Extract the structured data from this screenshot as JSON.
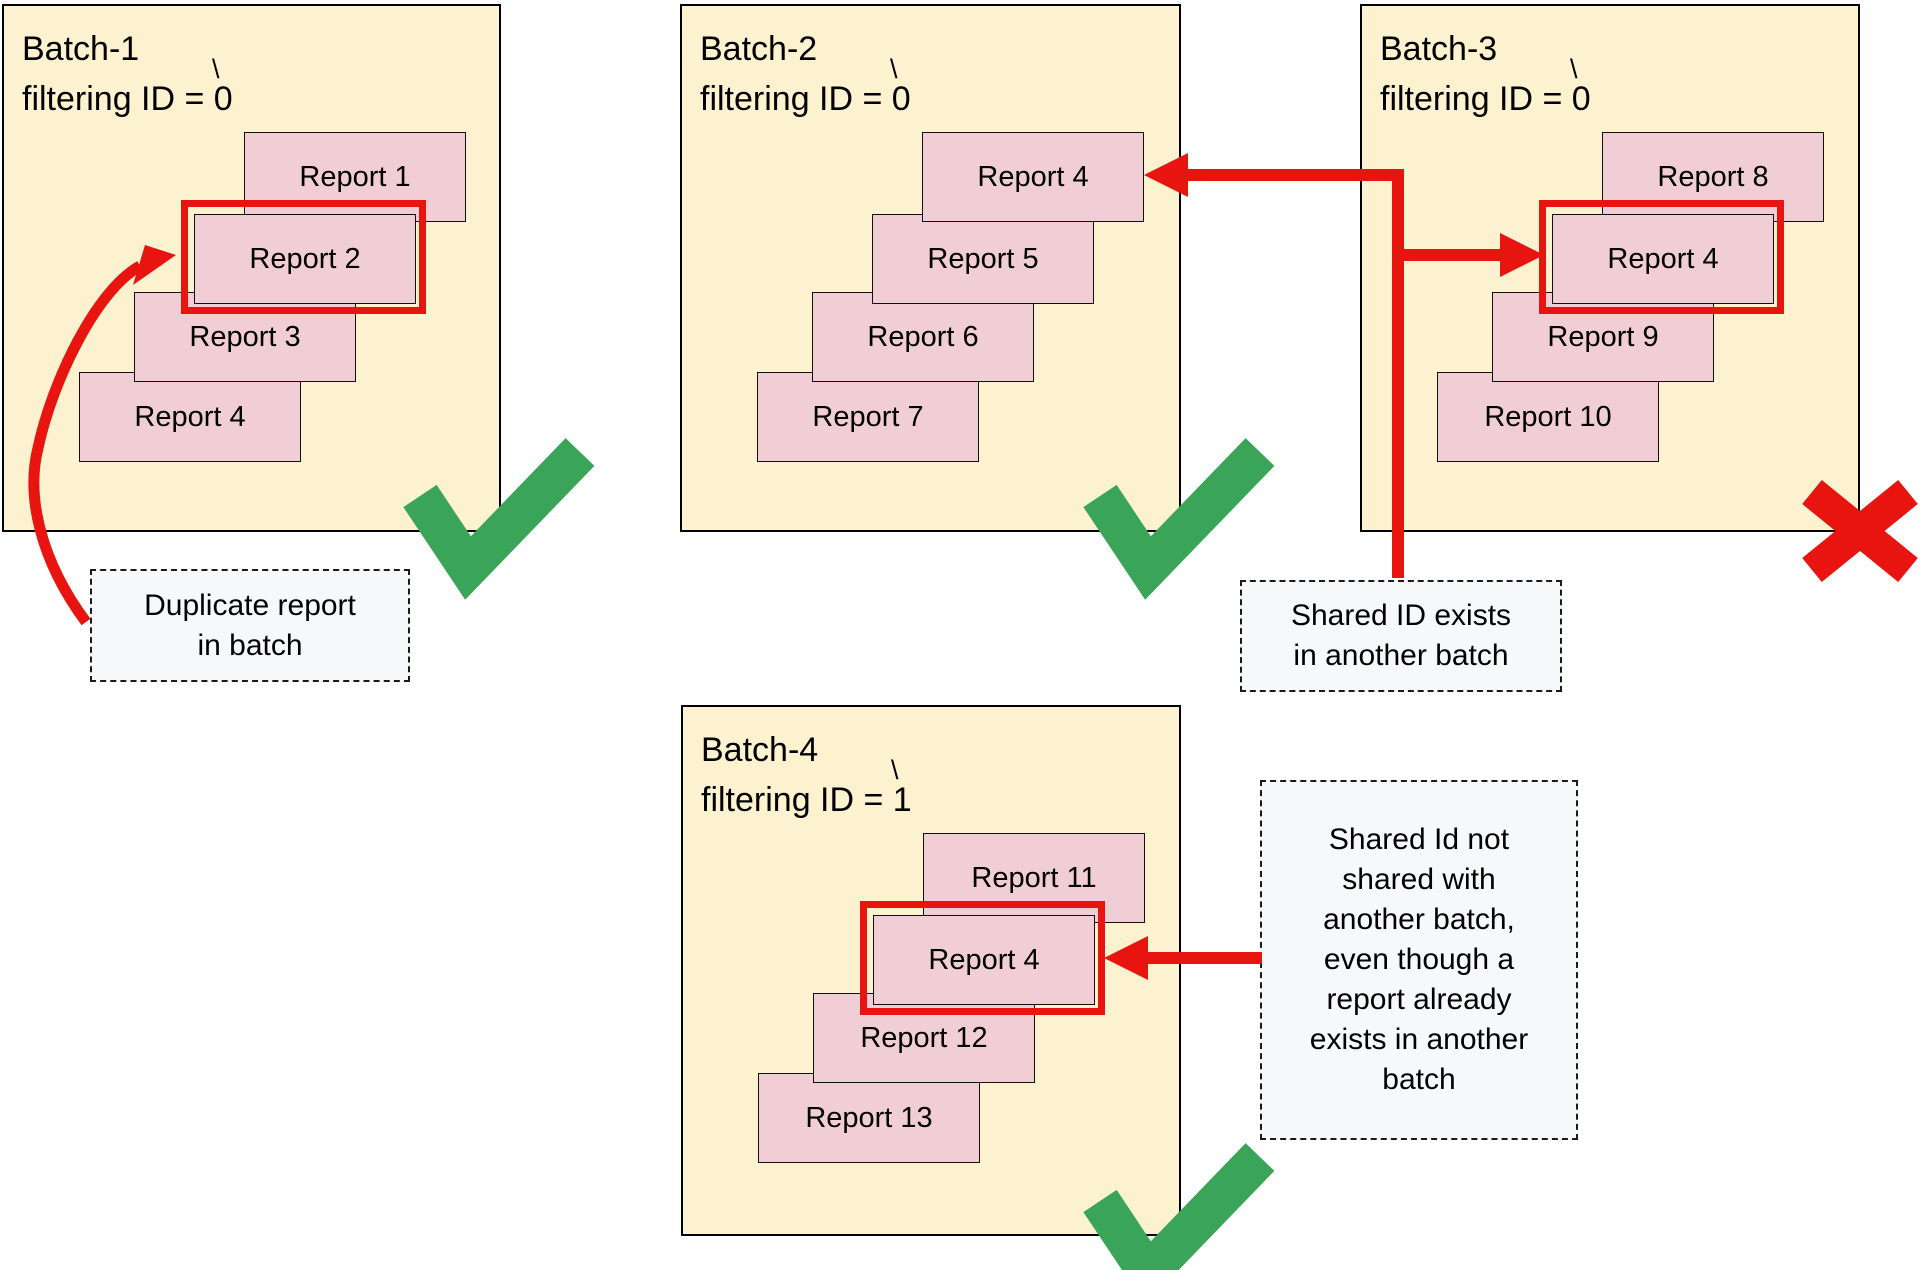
{
  "palette": {
    "batch_bg": "#fcf2d0",
    "report_bg": "#f1ced5",
    "red": "#e71410",
    "green": "#3aa458",
    "note_bg": "#f6f8fa"
  },
  "batches": [
    {
      "id": "batch-1",
      "title": "Batch-1",
      "subtitle": "filtering ID = 0",
      "tick": "\\",
      "status": "pass",
      "reports": [
        {
          "label": "Report 1"
        },
        {
          "label": "Report 2",
          "highlighted": true
        },
        {
          "label": "Report 3"
        },
        {
          "label": "Report 4"
        }
      ]
    },
    {
      "id": "batch-2",
      "title": "Batch-2",
      "subtitle": "filtering ID = 0",
      "tick": "\\",
      "status": "pass",
      "reports": [
        {
          "label": "Report 4"
        },
        {
          "label": "Report 5"
        },
        {
          "label": "Report 6"
        },
        {
          "label": "Report 7"
        }
      ]
    },
    {
      "id": "batch-3",
      "title": "Batch-3",
      "subtitle": "filtering ID = 0",
      "tick": "\\",
      "status": "fail",
      "reports": [
        {
          "label": "Report 8"
        },
        {
          "label": "Report 4",
          "highlighted": true
        },
        {
          "label": "Report 9"
        },
        {
          "label": "Report 10"
        }
      ]
    },
    {
      "id": "batch-4",
      "title": "Batch-4",
      "subtitle": "filtering ID = 1",
      "tick": "\\",
      "status": "pass",
      "reports": [
        {
          "label": "Report 11"
        },
        {
          "label": "Report 4",
          "highlighted": true
        },
        {
          "label": "Report 12"
        },
        {
          "label": "Report 13"
        }
      ]
    }
  ],
  "notes": [
    {
      "id": "note-duplicate",
      "text": "Duplicate report\nin batch"
    },
    {
      "id": "note-shared-id",
      "text": "Shared ID exists\nin another batch"
    },
    {
      "id": "note-not-shared",
      "text": "Shared Id not\nshared with\nanother batch,\neven though a\nreport already\nexists in another\nbatch"
    }
  ]
}
